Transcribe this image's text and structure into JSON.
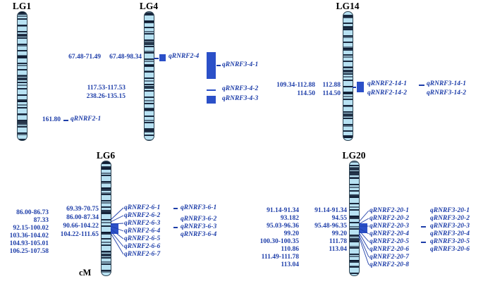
{
  "colors": {
    "label_blue": "#1e3ea9",
    "marker_blue": "#2b50c8",
    "chromosome_fill": "#b7e1f2",
    "band_dark": "#0c182e",
    "title_black": "#000000"
  },
  "lg1": {
    "title": "LG1",
    "qtl_position": "161.80",
    "qtl_name": "qRNRF2-1"
  },
  "lg4": {
    "title": "LG4",
    "intervals_top": [
      "67.48-71.49",
      "67.48-98.34"
    ],
    "intervals_mid": [
      "117.53-117.53",
      "238.26-135.15"
    ],
    "qtl2": [
      "qRNRF2-4"
    ],
    "qtl3": [
      "qRNRF3-4-1",
      "qRNRF3-4-2",
      "qRNRF3-4-3"
    ]
  },
  "lg14": {
    "title": "LG14",
    "intervals_col1": [
      "109.34-112.88",
      "114.50"
    ],
    "intervals_col2": [
      "112.88",
      "114.50"
    ],
    "qtl2": [
      "qRNRF2-14-1",
      "qRNRF2-14-2"
    ],
    "qtl3": [
      "qRNRF3-14-1",
      "qRNRF3-14-2"
    ]
  },
  "lg6": {
    "title": "LG6",
    "axis_label": "cM",
    "intervals_col1": [
      "86.00-86.73",
      "87.33",
      "92.15-100.02",
      "103.36-104.02",
      "104.93-105.01",
      "106.25-107.58"
    ],
    "intervals_col2": [
      "69.39-70.75",
      "86.00-87.34",
      "90.66-104.22",
      "104.22-111.65"
    ],
    "qtl2": [
      "qRNRF2-6-1",
      "qRNRF2-6-2",
      "qRNRF2-6-3",
      "qRNRF2-6-4",
      "qRNRF2-6-5",
      "qRNRF2-6-6",
      "qRNRF2-6-7"
    ],
    "qtl3": [
      "qRNRF3-6-1",
      "qRNRF3-6-2",
      "qRNRF3-6-3",
      "qRNRF3-6-4"
    ]
  },
  "lg20": {
    "title": "LG20",
    "intervals_col1": [
      "91.14-91.34",
      "93.182",
      "95.03-96.36",
      "99.20",
      "100.30-100.35",
      "110.86",
      "111.49-111.78",
      "113.04"
    ],
    "intervals_col2": [
      "91.14-91.34",
      "94.55",
      "95.48-96.35",
      "99.20",
      "111.78",
      "113.04"
    ],
    "qtl2": [
      "qRNRF2-20-1",
      "qRNRF2-20-2",
      "qRNRF2-20-3",
      "qRNRF2-20-4",
      "qRNRF2-20-5",
      "qRNRF2-20-6",
      "qRNRF2-20-7",
      "qRNRF2-20-8"
    ],
    "qtl3": [
      "qRNRF3-20-1",
      "qRNRF3-20-2",
      "qRNRF3-20-3",
      "qRNRF3-20-4",
      "qRNRF3-20-5",
      "qRNRF3-20-6"
    ]
  }
}
